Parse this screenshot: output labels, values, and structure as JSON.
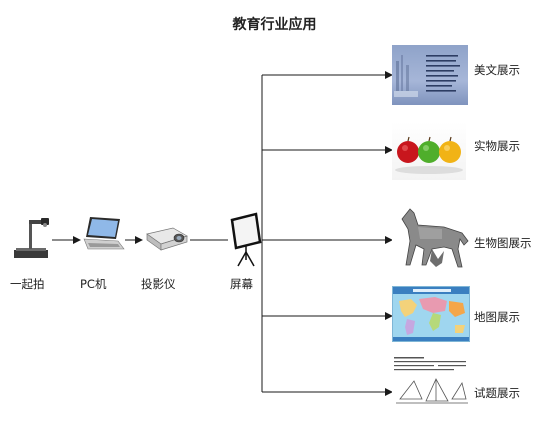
{
  "title": "教育行业应用",
  "chain": [
    {
      "name": "document-camera",
      "label": "一起拍"
    },
    {
      "name": "pc",
      "label": "PC机"
    },
    {
      "name": "projector",
      "label": "投影仪"
    },
    {
      "name": "screen",
      "label": "屏幕"
    }
  ],
  "outputs": [
    {
      "name": "essay",
      "label": "美文展示"
    },
    {
      "name": "object",
      "label": "实物展示"
    },
    {
      "name": "biology",
      "label": "生物图展示"
    },
    {
      "name": "map",
      "label": "地图展示"
    },
    {
      "name": "exam",
      "label": "试题展示"
    }
  ],
  "colors": {
    "line": "#1a1a1a",
    "text": "#222222"
  }
}
